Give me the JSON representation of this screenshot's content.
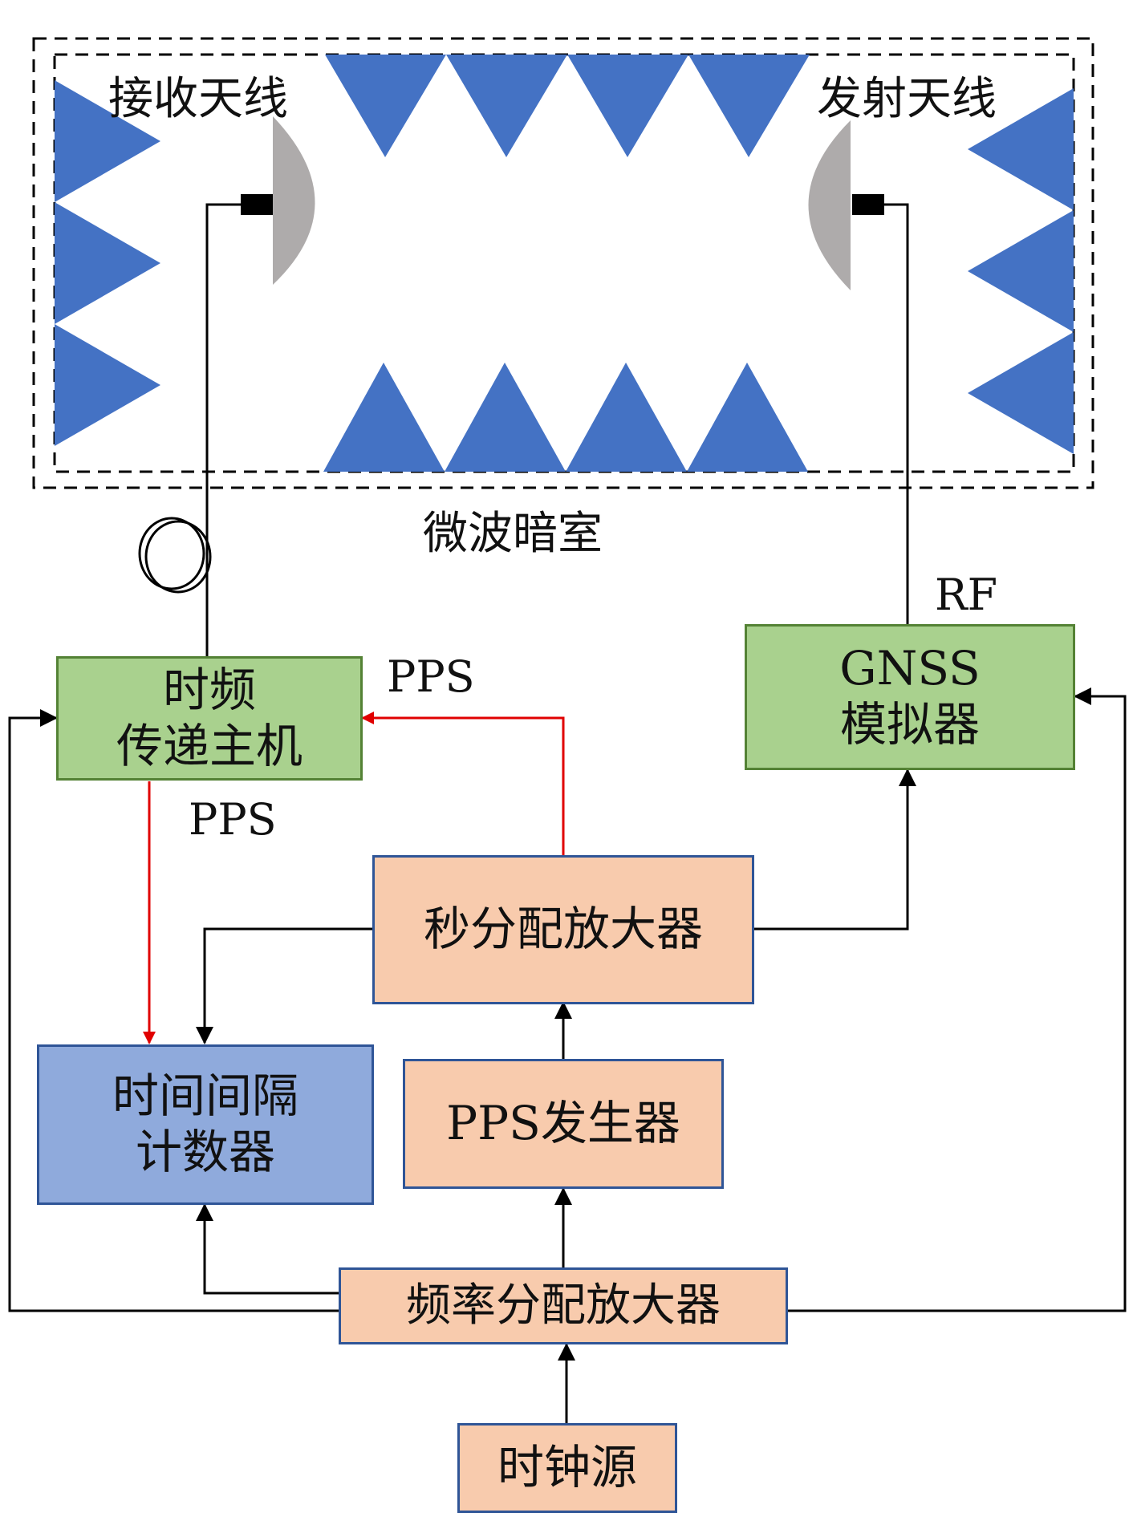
{
  "chamber": {
    "title": "微波暗室",
    "rx_antenna_label": "接收天线",
    "tx_antenna_label": "发射天线"
  },
  "blocks": {
    "tf_host": {
      "line1": "时频",
      "line2": "传递主机"
    },
    "gnss": {
      "line1": "GNSS",
      "line2": "模拟器"
    },
    "sec_amp": {
      "label": "秒分配放大器"
    },
    "tic": {
      "line1": "时间间隔",
      "line2": "计数器"
    },
    "pps_gen": {
      "label": "PPS发生器"
    },
    "freq_amp": {
      "label": "频率分配放大器"
    },
    "clock": {
      "label": "时钟源"
    }
  },
  "signals": {
    "pps_top": "PPS",
    "pps_left": "PPS",
    "rf": "RF"
  },
  "colors": {
    "absorber": "#4472c4",
    "antenna": "#aeabab",
    "pps_line": "#e00000",
    "wire": "#000000"
  }
}
